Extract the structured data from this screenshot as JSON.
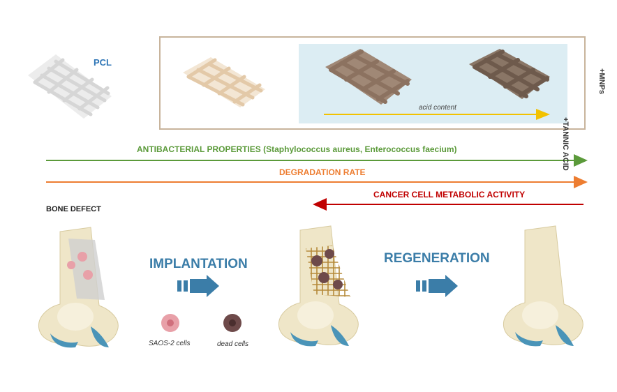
{
  "labels": {
    "pcl": "PCL",
    "tannic_acid": "+TANNIC ACID",
    "mnps": "+MNPs",
    "acid_content": "acid content",
    "antibacterial": "ANTIBACTERIAL PROPERTIES (Staphylococcus aureus, Enterococcus faecium)",
    "degradation": "DEGRADATION RATE",
    "cancer_activity": "CANCER CELL METABOLIC ACTIVITY",
    "bone_defect": "BONE DEFECT",
    "implantation": "IMPLANTATION",
    "regeneration": "REGENERATION",
    "saos_cells": "SAOS-2 cells",
    "dead_cells": "dead cells"
  },
  "colors": {
    "pcl_mesh": "#d9d9d9",
    "tannic_mesh_light": "#e3c9a8",
    "tannic_mesh_mid": "#8c7260",
    "tannic_mesh_dark": "#6e5a4c",
    "acid_panel": "#dcedf3",
    "acid_arrow": "#f2c200",
    "antibacterial": "#5b9a3a",
    "degradation": "#ed7d31",
    "cancer": "#c00000",
    "process_arrow": "#3b7da8",
    "bone": "#efe6c8",
    "cartilage": "#4a94b8",
    "saos_cell": "#e8a0a8",
    "dead_cell": "#6e4a4a",
    "box_border": "#c8b49c"
  },
  "icons": [
    "pcl-mesh-icon",
    "tannic-mesh-icon",
    "bone-icon",
    "process-arrow-icon",
    "cell-icon"
  ]
}
